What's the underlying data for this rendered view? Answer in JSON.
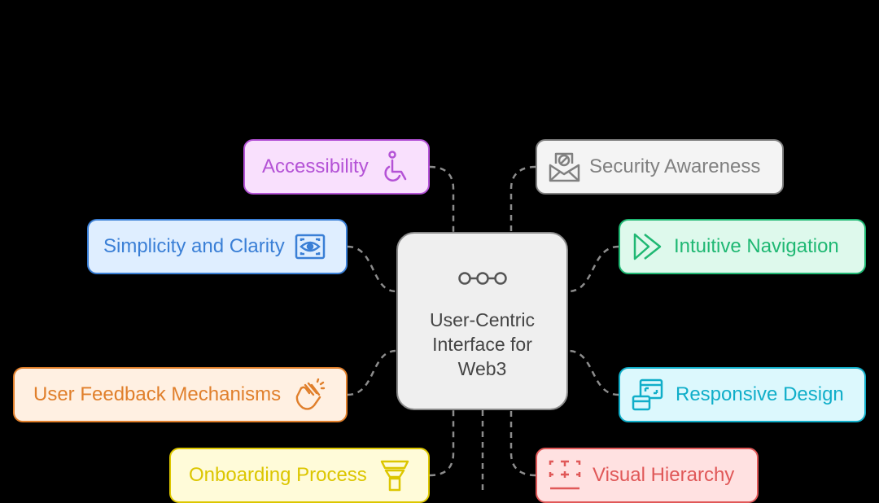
{
  "center": {
    "title_lines": [
      "User-Centric",
      "Interface for",
      "Web3"
    ],
    "icon": "nodes-chain-icon"
  },
  "nodes": [
    {
      "id": "accessibility",
      "label": "Accessibility",
      "icon": "wheelchair-icon",
      "color": "#b452d6",
      "bg": "#f9e0fd"
    },
    {
      "id": "security-awareness",
      "label": "Security Awareness",
      "icon": "envelope-shield-icon",
      "color": "#808080",
      "bg": "#f4f4f4"
    },
    {
      "id": "simplicity-clarity",
      "label": "Simplicity and Clarity",
      "icon": "eye-scan-icon",
      "color": "#3a7fd6",
      "bg": "#dfeeff"
    },
    {
      "id": "intuitive-navigation",
      "label": "Intuitive Navigation",
      "icon": "fast-forward-icon",
      "color": "#1fb873",
      "bg": "#def9ec"
    },
    {
      "id": "user-feedback",
      "label": "User Feedback Mechanisms",
      "icon": "clapping-hands-icon",
      "color": "#e07f2b",
      "bg": "#fff0e2"
    },
    {
      "id": "responsive-design",
      "label": "Responsive Design",
      "icon": "responsive-windows-icon",
      "color": "#10aec9",
      "bg": "#dcf8fd"
    },
    {
      "id": "onboarding-process",
      "label": "Onboarding Process",
      "icon": "funnel-icon",
      "color": "#dcc600",
      "bg": "#fffbd9"
    },
    {
      "id": "visual-hierarchy",
      "label": "Visual Hierarchy",
      "icon": "layout-grid-icon",
      "color": "#e05858",
      "bg": "#ffe1e1"
    }
  ]
}
